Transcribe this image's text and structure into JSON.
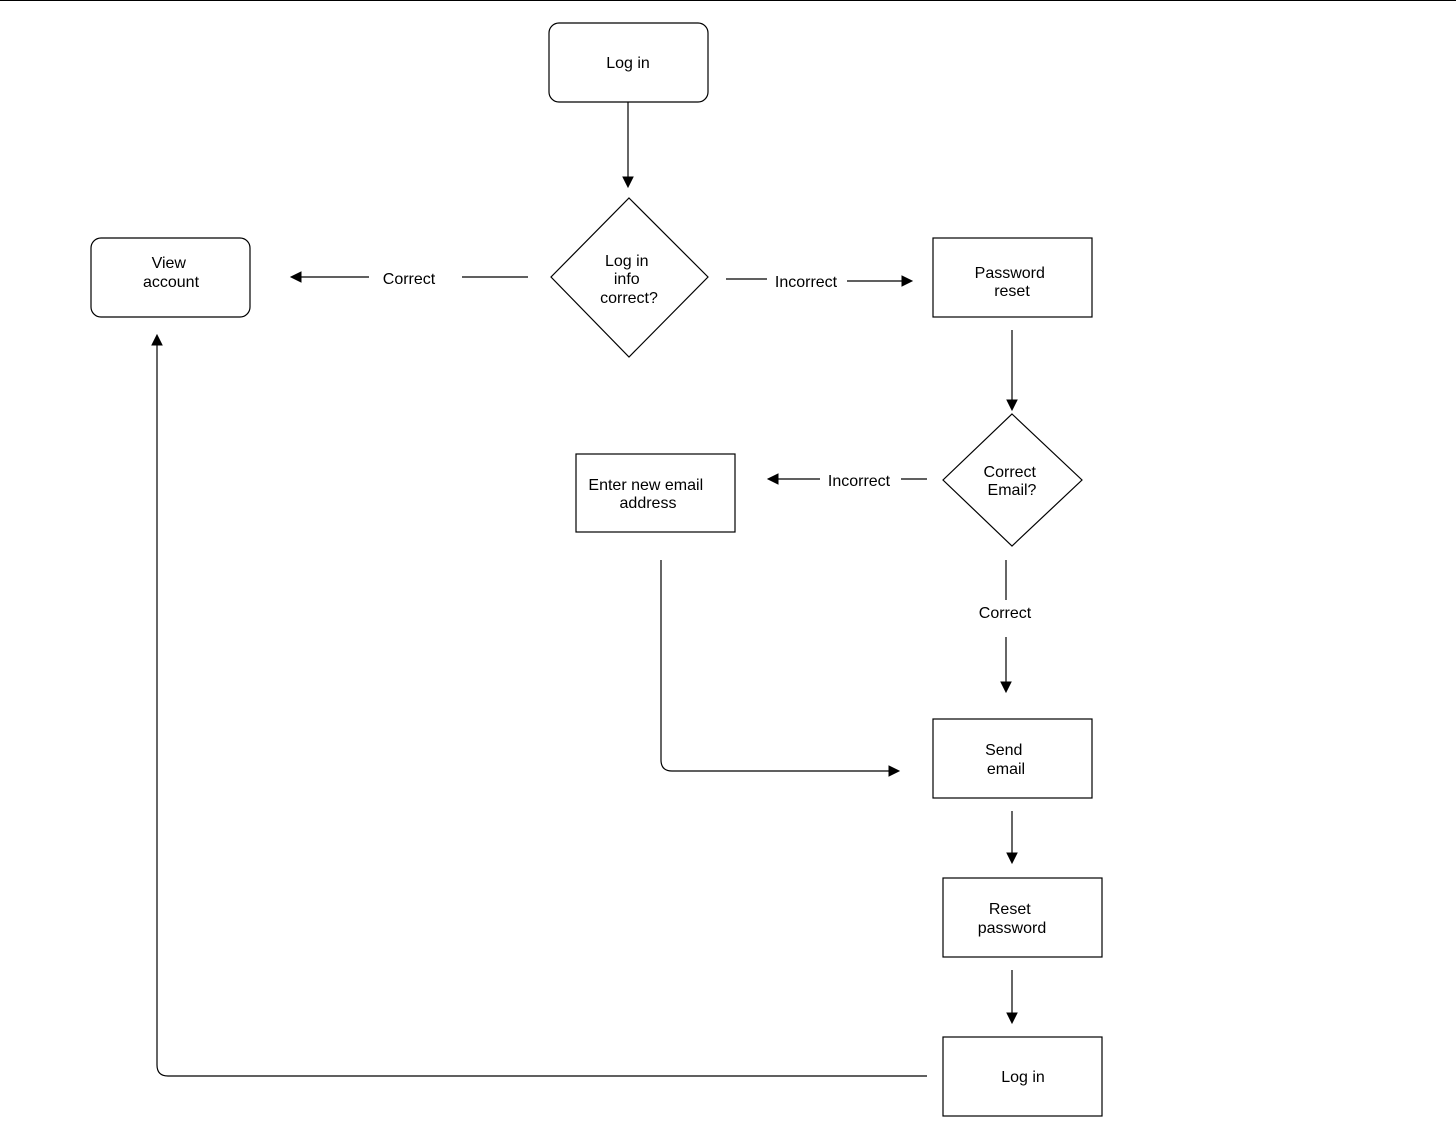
{
  "nodes": {
    "login_start": {
      "label": [
        "Log in"
      ]
    },
    "decision_login": {
      "label": [
        "Log in",
        "info",
        "correct?"
      ]
    },
    "view_account": {
      "label": [
        "View",
        "account"
      ]
    },
    "password_reset": {
      "label": [
        "Password",
        "reset"
      ]
    },
    "decision_email": {
      "label": [
        "Correct",
        "Email?"
      ]
    },
    "enter_email": {
      "label": [
        "Enter  new email",
        "address"
      ]
    },
    "send_email": {
      "label": [
        "Send",
        "email"
      ]
    },
    "reset_password": {
      "label": [
        "Reset",
        "password"
      ]
    },
    "login_end": {
      "label": [
        "Log in"
      ]
    }
  },
  "edges": {
    "correct_login": "Correct",
    "incorrect_login": "Incorrect",
    "incorrect_email": "Incorrect",
    "correct_email": "Correct"
  },
  "colors": {
    "stroke": "#000000",
    "fill": "#ffffff",
    "text": "#000000"
  }
}
